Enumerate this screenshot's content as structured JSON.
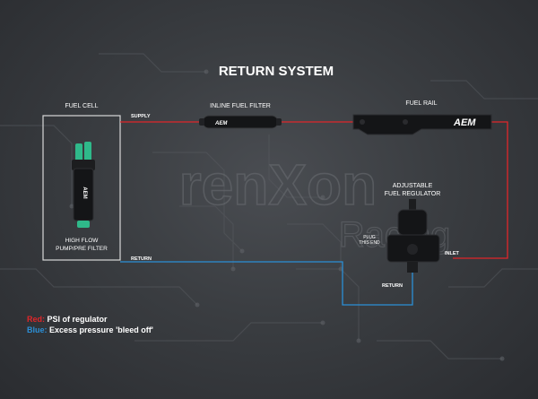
{
  "title": "RETURN SYSTEM",
  "watermark": {
    "line1": "renXon",
    "line2": "Racing"
  },
  "components": {
    "fuel_cell": "FUEL CELL",
    "inline_filter": "INLINE FUEL FILTER",
    "fuel_rail": "FUEL RAIL",
    "regulator_line1": "ADJUSTABLE",
    "regulator_line2": "FUEL REGULATOR",
    "pump_line1": "HIGH FLOW",
    "pump_line2": "PUMP/PRE FILTER",
    "plug_line1": "PLUG",
    "plug_line2": "THIS END"
  },
  "lines": {
    "supply": "SUPPLY",
    "return_cell": "RETURN",
    "return_reg": "RETURN",
    "inlet": "INLET"
  },
  "brand": {
    "filter": "AEM",
    "rail": "AEM",
    "pump": "AEM"
  },
  "legend": {
    "red_key": "Red:",
    "red_text": "PSI of regulator",
    "blue_key": "Blue:",
    "blue_text": "Excess pressure 'bleed off'"
  },
  "colors": {
    "pressure_line": "#e0262a",
    "return_line": "#2b8fd6",
    "background": "#3a3d41"
  }
}
